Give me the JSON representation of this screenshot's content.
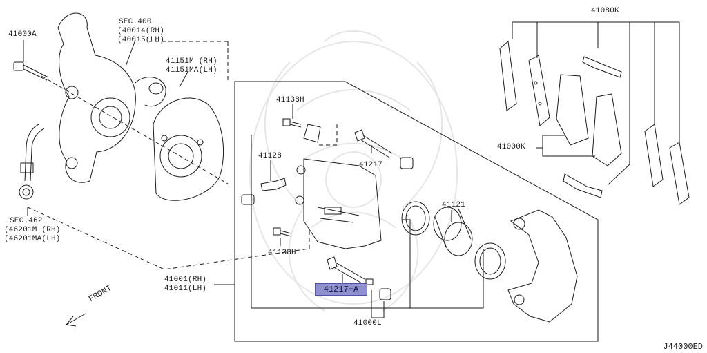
{
  "diagram_code": "J44000ED",
  "direction_label": "FRONT",
  "highlight_part": "41217+A",
  "labels": {
    "l41000a": "41000A",
    "sec400_title": "SEC.400",
    "sec400_rh": "(40014(RH)",
    "sec400_lh": "(40015(LH)",
    "l41151m_rh": "41151M (RH)",
    "l41151m_lh": "41151MA(LH)",
    "l41138h_top": "41138H",
    "l41128": "41128",
    "l41217": "41217",
    "l41138h_bottom": "41138H",
    "l41121": "41121",
    "l41000l": "41000L",
    "l41001_rh": "41001(RH)",
    "l41011_lh": "41011(LH)",
    "sec462_title": "SEC.462",
    "sec462_rh": "(46201M (RH)",
    "sec462_lh": "(46201MA(LH)",
    "l41080k": "41080K",
    "l41000k": "41000K"
  },
  "colors": {
    "line": "#1a1a1a",
    "highlight_fill": "#8e90d0",
    "watermark": "#e4e4e4"
  }
}
